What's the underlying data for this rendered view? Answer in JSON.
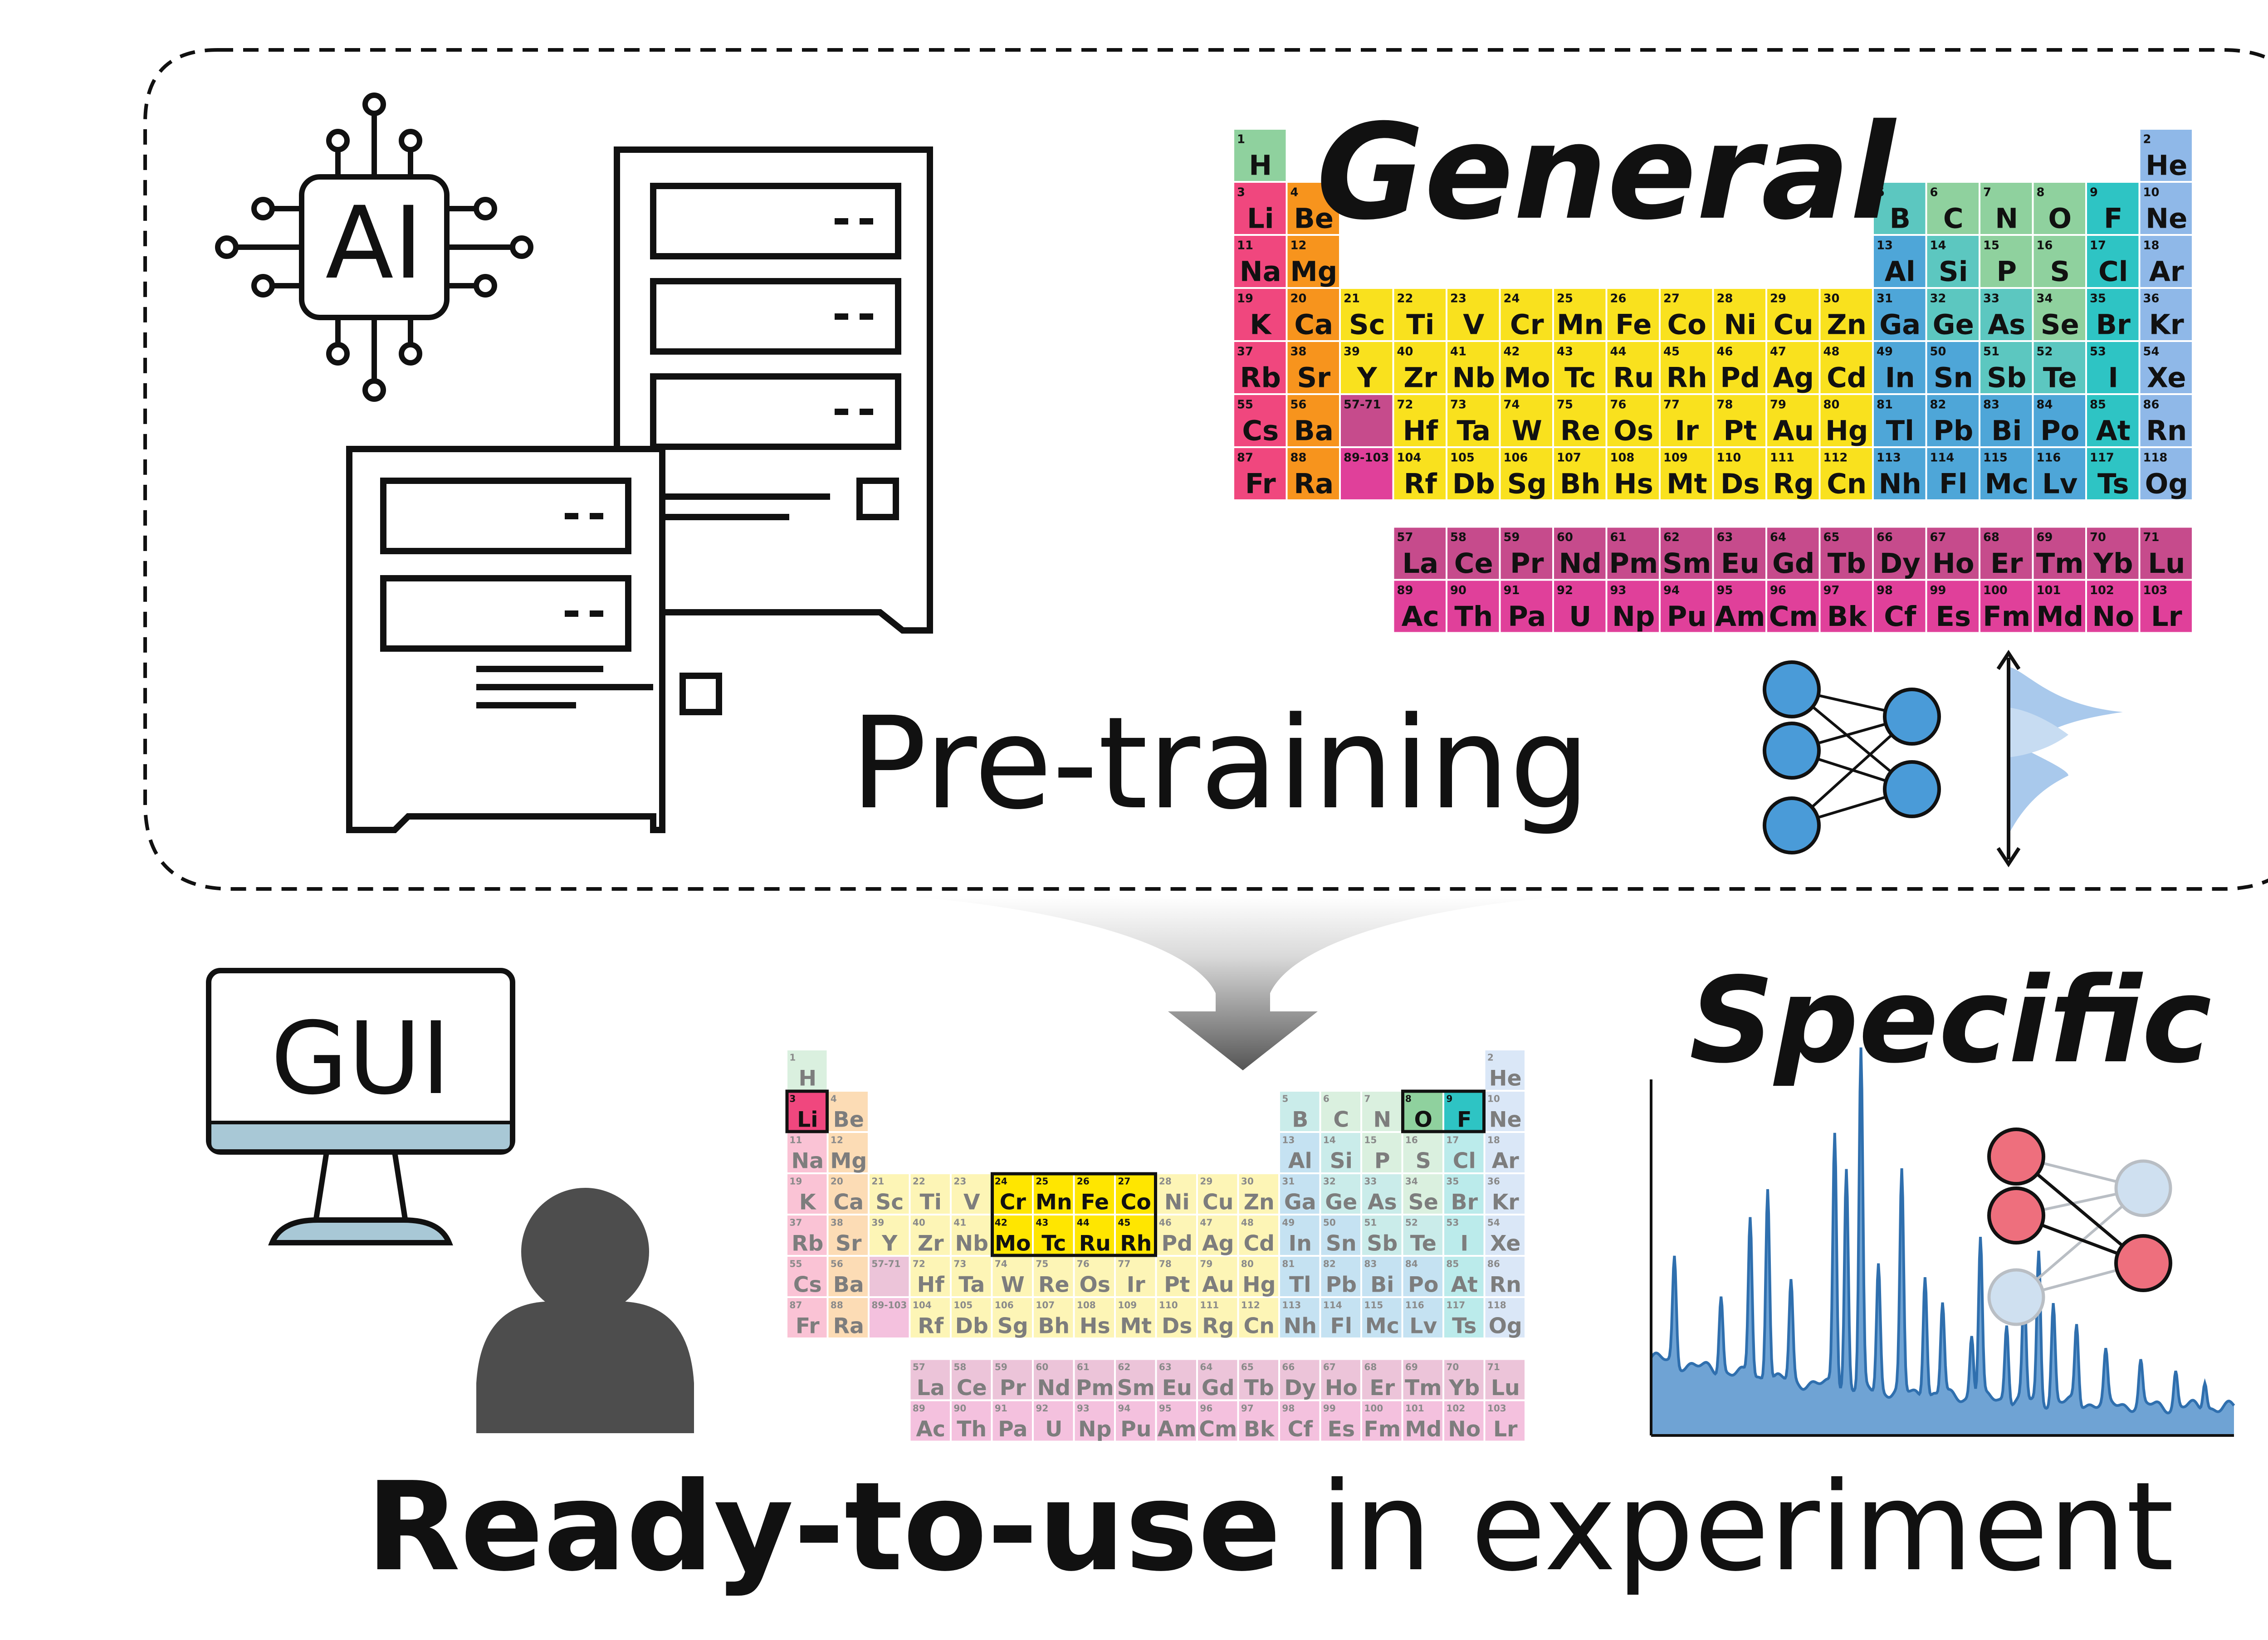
{
  "labels": {
    "ai_chip": "AI",
    "general": "General",
    "pretraining": "Pre-training",
    "gui": "GUI",
    "specific": "Specific",
    "footer_bold": "Ready-to-use",
    "footer_rest": " in experiment"
  },
  "colors": {
    "line": "#111111",
    "node_blue": "#4a9bd8",
    "node_red": "#ee6f7d",
    "node_pale": "#cfe0f0",
    "spectrum": "#2f6fae",
    "spectrum_fill": "#6fa3d4",
    "monitor_base": "#a8c8d6",
    "person": "#4d4d4d",
    "highlight": "#ffe600"
  },
  "periodic_table": {
    "elements": [
      [
        "1",
        "H",
        1,
        1,
        "nm"
      ],
      [
        "2",
        "He",
        18,
        1,
        "ng"
      ],
      [
        "3",
        "Li",
        1,
        2,
        "ak"
      ],
      [
        "4",
        "Be",
        2,
        2,
        "ae"
      ],
      [
        "5",
        "B",
        13,
        2,
        "md"
      ],
      [
        "6",
        "C",
        14,
        2,
        "nm"
      ],
      [
        "7",
        "N",
        15,
        2,
        "nm"
      ],
      [
        "8",
        "O",
        16,
        2,
        "nm"
      ],
      [
        "9",
        "F",
        17,
        2,
        "hl"
      ],
      [
        "10",
        "Ne",
        18,
        2,
        "ng"
      ],
      [
        "11",
        "Na",
        1,
        3,
        "ak"
      ],
      [
        "12",
        "Mg",
        2,
        3,
        "ae"
      ],
      [
        "13",
        "Al",
        13,
        3,
        "pt"
      ],
      [
        "14",
        "Si",
        14,
        3,
        "md"
      ],
      [
        "15",
        "P",
        15,
        3,
        "nm"
      ],
      [
        "16",
        "S",
        16,
        3,
        "nm"
      ],
      [
        "17",
        "Cl",
        17,
        3,
        "hl"
      ],
      [
        "18",
        "Ar",
        18,
        3,
        "ng"
      ],
      [
        "19",
        "K",
        1,
        4,
        "ak"
      ],
      [
        "20",
        "Ca",
        2,
        4,
        "ae"
      ],
      [
        "21",
        "Sc",
        3,
        4,
        "tm"
      ],
      [
        "22",
        "Ti",
        4,
        4,
        "tm"
      ],
      [
        "23",
        "V",
        5,
        4,
        "tm"
      ],
      [
        "24",
        "Cr",
        6,
        4,
        "tm"
      ],
      [
        "25",
        "Mn",
        7,
        4,
        "tm"
      ],
      [
        "26",
        "Fe",
        8,
        4,
        "tm"
      ],
      [
        "27",
        "Co",
        9,
        4,
        "tm"
      ],
      [
        "28",
        "Ni",
        10,
        4,
        "tm"
      ],
      [
        "29",
        "Cu",
        11,
        4,
        "tm"
      ],
      [
        "30",
        "Zn",
        12,
        4,
        "tm"
      ],
      [
        "31",
        "Ga",
        13,
        4,
        "pt"
      ],
      [
        "32",
        "Ge",
        14,
        4,
        "md"
      ],
      [
        "33",
        "As",
        15,
        4,
        "md"
      ],
      [
        "34",
        "Se",
        16,
        4,
        "nm"
      ],
      [
        "35",
        "Br",
        17,
        4,
        "hl"
      ],
      [
        "36",
        "Kr",
        18,
        4,
        "ng"
      ],
      [
        "37",
        "Rb",
        1,
        5,
        "ak"
      ],
      [
        "38",
        "Sr",
        2,
        5,
        "ae"
      ],
      [
        "39",
        "Y",
        3,
        5,
        "tm"
      ],
      [
        "40",
        "Zr",
        4,
        5,
        "tm"
      ],
      [
        "41",
        "Nb",
        5,
        5,
        "tm"
      ],
      [
        "42",
        "Mo",
        6,
        5,
        "tm"
      ],
      [
        "43",
        "Tc",
        7,
        5,
        "tm"
      ],
      [
        "44",
        "Ru",
        8,
        5,
        "tm"
      ],
      [
        "45",
        "Rh",
        9,
        5,
        "tm"
      ],
      [
        "46",
        "Pd",
        10,
        5,
        "tm"
      ],
      [
        "47",
        "Ag",
        11,
        5,
        "tm"
      ],
      [
        "48",
        "Cd",
        12,
        5,
        "tm"
      ],
      [
        "49",
        "In",
        13,
        5,
        "pt"
      ],
      [
        "50",
        "Sn",
        14,
        5,
        "pt"
      ],
      [
        "51",
        "Sb",
        15,
        5,
        "md"
      ],
      [
        "52",
        "Te",
        16,
        5,
        "md"
      ],
      [
        "53",
        "I",
        17,
        5,
        "hl"
      ],
      [
        "54",
        "Xe",
        18,
        5,
        "ng"
      ],
      [
        "55",
        "Cs",
        1,
        6,
        "ak"
      ],
      [
        "56",
        "Ba",
        2,
        6,
        "ae"
      ],
      [
        "57-71",
        "",
        3,
        6,
        "lg"
      ],
      [
        "72",
        "Hf",
        4,
        6,
        "tm"
      ],
      [
        "73",
        "Ta",
        5,
        6,
        "tm"
      ],
      [
        "74",
        "W",
        6,
        6,
        "tm"
      ],
      [
        "75",
        "Re",
        7,
        6,
        "tm"
      ],
      [
        "76",
        "Os",
        8,
        6,
        "tm"
      ],
      [
        "77",
        "Ir",
        9,
        6,
        "tm"
      ],
      [
        "78",
        "Pt",
        10,
        6,
        "tm"
      ],
      [
        "79",
        "Au",
        11,
        6,
        "tm"
      ],
      [
        "80",
        "Hg",
        12,
        6,
        "tm"
      ],
      [
        "81",
        "Tl",
        13,
        6,
        "pt"
      ],
      [
        "82",
        "Pb",
        14,
        6,
        "pt"
      ],
      [
        "83",
        "Bi",
        15,
        6,
        "pt"
      ],
      [
        "84",
        "Po",
        16,
        6,
        "pt"
      ],
      [
        "85",
        "At",
        17,
        6,
        "hl"
      ],
      [
        "86",
        "Rn",
        18,
        6,
        "ng"
      ],
      [
        "87",
        "Fr",
        1,
        7,
        "ak"
      ],
      [
        "88",
        "Ra",
        2,
        7,
        "ae"
      ],
      [
        "89-103",
        "",
        3,
        7,
        "ag"
      ],
      [
        "104",
        "Rf",
        4,
        7,
        "tm"
      ],
      [
        "105",
        "Db",
        5,
        7,
        "tm"
      ],
      [
        "106",
        "Sg",
        6,
        7,
        "tm"
      ],
      [
        "107",
        "Bh",
        7,
        7,
        "tm"
      ],
      [
        "108",
        "Hs",
        8,
        7,
        "tm"
      ],
      [
        "109",
        "Mt",
        9,
        7,
        "tm"
      ],
      [
        "110",
        "Ds",
        10,
        7,
        "tm"
      ],
      [
        "111",
        "Rg",
        11,
        7,
        "tm"
      ],
      [
        "112",
        "Cn",
        12,
        7,
        "tm"
      ],
      [
        "113",
        "Nh",
        13,
        7,
        "pt"
      ],
      [
        "114",
        "Fl",
        14,
        7,
        "pt"
      ],
      [
        "115",
        "Mc",
        15,
        7,
        "pt"
      ],
      [
        "116",
        "Lv",
        16,
        7,
        "pt"
      ],
      [
        "117",
        "Ts",
        17,
        7,
        "hl"
      ],
      [
        "118",
        "Og",
        18,
        7,
        "ng"
      ],
      [
        "57",
        "La",
        4,
        8.5,
        "lg"
      ],
      [
        "58",
        "Ce",
        5,
        8.5,
        "lg"
      ],
      [
        "59",
        "Pr",
        6,
        8.5,
        "lg"
      ],
      [
        "60",
        "Nd",
        7,
        8.5,
        "lg"
      ],
      [
        "61",
        "Pm",
        8,
        8.5,
        "lg"
      ],
      [
        "62",
        "Sm",
        9,
        8.5,
        "lg"
      ],
      [
        "63",
        "Eu",
        10,
        8.5,
        "lg"
      ],
      [
        "64",
        "Gd",
        11,
        8.5,
        "lg"
      ],
      [
        "65",
        "Tb",
        12,
        8.5,
        "lg"
      ],
      [
        "66",
        "Dy",
        13,
        8.5,
        "lg"
      ],
      [
        "67",
        "Ho",
        14,
        8.5,
        "lg"
      ],
      [
        "68",
        "Er",
        15,
        8.5,
        "lg"
      ],
      [
        "69",
        "Tm",
        16,
        8.5,
        "lg"
      ],
      [
        "70",
        "Yb",
        17,
        8.5,
        "lg"
      ],
      [
        "71",
        "Lu",
        18,
        8.5,
        "lg"
      ],
      [
        "89",
        "Ac",
        4,
        9.5,
        "ag"
      ],
      [
        "90",
        "Th",
        5,
        9.5,
        "ag"
      ],
      [
        "91",
        "Pa",
        6,
        9.5,
        "ag"
      ],
      [
        "92",
        "U",
        7,
        9.5,
        "ag"
      ],
      [
        "93",
        "Np",
        8,
        9.5,
        "ag"
      ],
      [
        "94",
        "Pu",
        9,
        9.5,
        "ag"
      ],
      [
        "95",
        "Am",
        10,
        9.5,
        "ag"
      ],
      [
        "96",
        "Cm",
        11,
        9.5,
        "ag"
      ],
      [
        "97",
        "Bk",
        12,
        9.5,
        "ag"
      ],
      [
        "98",
        "Cf",
        13,
        9.5,
        "ag"
      ],
      [
        "99",
        "Es",
        14,
        9.5,
        "ag"
      ],
      [
        "100",
        "Fm",
        15,
        9.5,
        "ag"
      ],
      [
        "101",
        "Md",
        16,
        9.5,
        "ag"
      ],
      [
        "102",
        "No",
        17,
        9.5,
        "ag"
      ],
      [
        "103",
        "Lr",
        18,
        9.5,
        "ag"
      ]
    ],
    "group_colors": {
      "nm": "#8fd19e",
      "ng": "#8fb8e8",
      "ak": "#f0477e",
      "ae": "#f7941d",
      "md": "#5cc7c0",
      "hl": "#2ec4c4",
      "tm": "#f9e11e",
      "pt": "#4ea6d8",
      "lg": "#c64b8c",
      "ag": "#e0409a"
    },
    "highlighted": [
      "Li",
      "O",
      "F",
      "Cr",
      "Mn",
      "Fe",
      "Co",
      "Mo",
      "Tc",
      "Ru",
      "Rh"
    ]
  },
  "spectrum": {
    "peaks": [
      [
        0.04,
        0.3
      ],
      [
        0.12,
        0.22
      ],
      [
        0.17,
        0.45
      ],
      [
        0.2,
        0.55
      ],
      [
        0.24,
        0.28
      ],
      [
        0.315,
        0.72
      ],
      [
        0.335,
        0.62
      ],
      [
        0.36,
        0.95
      ],
      [
        0.39,
        0.36
      ],
      [
        0.43,
        0.62
      ],
      [
        0.47,
        0.35
      ],
      [
        0.5,
        0.26
      ],
      [
        0.55,
        0.18
      ],
      [
        0.565,
        0.45
      ],
      [
        0.61,
        0.22
      ],
      [
        0.64,
        0.32
      ],
      [
        0.665,
        0.42
      ],
      [
        0.69,
        0.28
      ],
      [
        0.73,
        0.22
      ],
      [
        0.78,
        0.14
      ],
      [
        0.84,
        0.12
      ],
      [
        0.9,
        0.1
      ],
      [
        0.95,
        0.08
      ]
    ]
  }
}
